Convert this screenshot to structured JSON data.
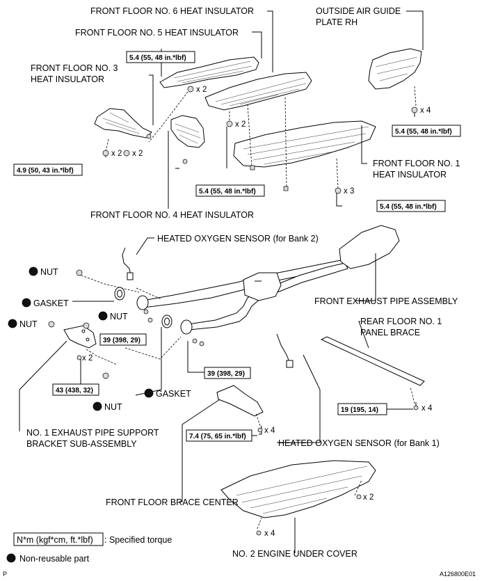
{
  "labels": {
    "ffi6": "FRONT FLOOR NO. 6 HEAT INSULATOR",
    "ffi5": "FRONT FLOOR NO. 5 HEAT INSULATOR",
    "ffi3_l1": "FRONT FLOOR NO. 3",
    "ffi3_l2": "HEAT INSULATOR",
    "oag_l1": "OUTSIDE AIR GUIDE",
    "oag_l2": "PLATE RH",
    "ffi1_l1": "FRONT FLOOR NO. 1",
    "ffi1_l2": "HEAT INSULATOR",
    "ffi4": "FRONT FLOOR NO. 4 HEAT INSULATOR",
    "hos_bank2": "HEATED OXYGEN SENSOR (for Bank 2)",
    "nut": "NUT",
    "gasket": "GASKET",
    "front_exhaust": "FRONT EXHAUST PIPE ASSEMBLY",
    "rfb_l1": "REAR FLOOR NO. 1",
    "rfb_l2": "PANEL BRACE",
    "support_l1": "NO. 1 EXHAUST PIPE SUPPORT",
    "support_l2": "BRACKET SUB-ASSEMBLY",
    "hos_bank1": "HEATED OXYGEN SENSOR (for Bank 1)",
    "brace_center": "FRONT FLOOR BRACE CENTER",
    "under_cover": "NO. 2 ENGINE UNDER COVER"
  },
  "torques": {
    "t_ffi5": "5.4 (55, 48 in.*lbf)",
    "t_oag": "5.4 (55, 48 in.*lbf)",
    "t_ffi3": "4.9 (50, 43 in.*lbf)",
    "t_center": "5.4 (55, 48 in.*lbf)",
    "t_ffi1": "5.4 (55, 48 in.*lbf)",
    "t_39a": "39 (398, 29)",
    "t_39b": "39 (398, 29)",
    "t_43": "43 (438, 32)",
    "t_19": "19 (195, 14)",
    "t_74": "7.4 (75, 65 in.*lbf)"
  },
  "quantities": {
    "x2": "x 2",
    "x3": "x 3",
    "x4": "x 4"
  },
  "legend": {
    "torque_box": "N*m (kgf*cm, ft.*lbf)",
    "torque_desc": ": Specified torque",
    "nonreusable": "Non-reusable part"
  },
  "footer": {
    "left": "P",
    "code": "A126800E01"
  }
}
